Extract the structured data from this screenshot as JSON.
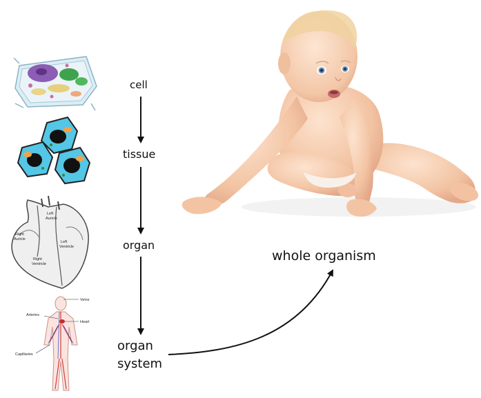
{
  "labels": {
    "cell": "cell",
    "tissue": "tissue",
    "organ": "organ",
    "organ_system_line1": "organ",
    "organ_system_line2": "system",
    "whole_organism": "whole organism"
  },
  "heart_labels": {
    "left_auricle_1": "Left",
    "left_auricle_2": "Auricle",
    "right_auricle_1": "Right",
    "right_auricle_2": "Auricle",
    "left_ventricle_1": "Left",
    "left_ventricle_2": "Ventricle",
    "right_ventricle_1": "Right",
    "right_ventricle_2": "Ventricle"
  },
  "body_labels": {
    "veins": "Veins",
    "arteries": "Arteries",
    "heart": "Heart",
    "capillaries": "Capillaries"
  },
  "colors": {
    "arrow": "#111111",
    "skin": "#f3c9a8",
    "cell_fill": "#cfe6ef",
    "tissue_fill": "#55c8e8",
    "nucleus": "#7a4aa0"
  },
  "icons": [
    "cell-image",
    "tissue-image",
    "heart-image",
    "circulatory-system-image",
    "baby-photo"
  ]
}
